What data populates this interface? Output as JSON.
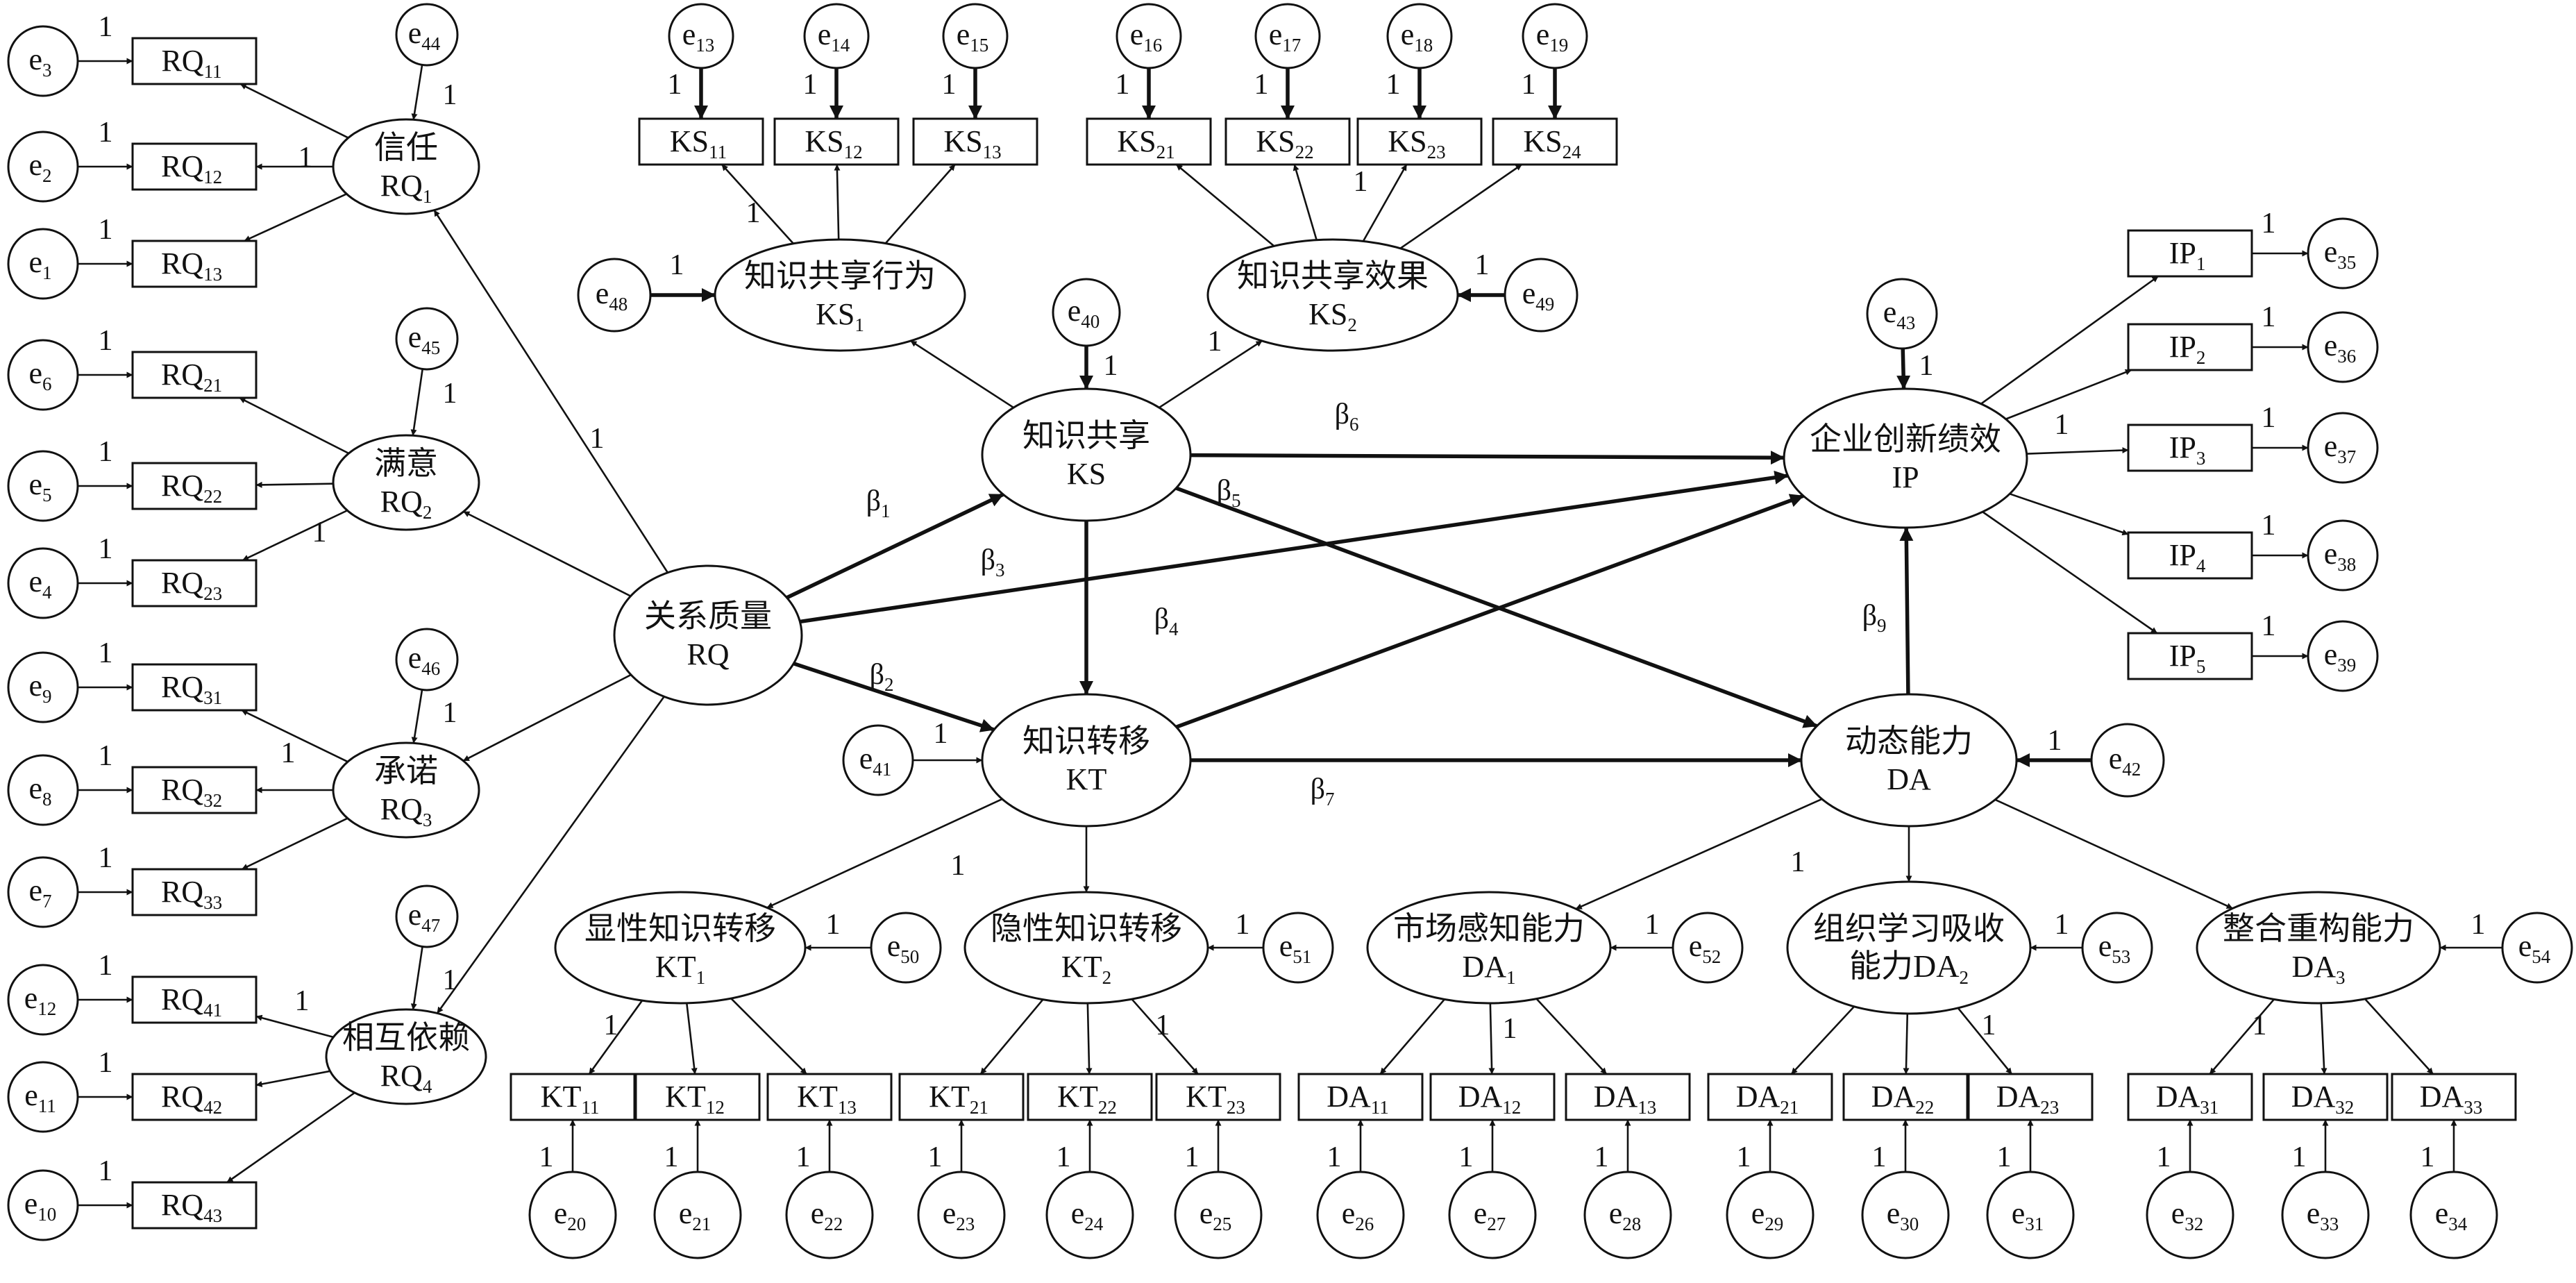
{
  "colors": {
    "ink": "#111111",
    "background": "#ffffff"
  },
  "latent": {
    "RQ": {
      "cn": "关系质量",
      "en": "RQ",
      "sub": ""
    },
    "RQ1": {
      "cn": "信任",
      "en": "RQ",
      "sub": "1"
    },
    "RQ2": {
      "cn": "满意",
      "en": "RQ",
      "sub": "2"
    },
    "RQ3": {
      "cn": "承诺",
      "en": "RQ",
      "sub": "3"
    },
    "RQ4": {
      "cn": "相互依赖",
      "en": "RQ",
      "sub": "4"
    },
    "KS": {
      "cn": "知识共享",
      "en": "KS",
      "sub": ""
    },
    "KS1": {
      "cn": "知识共享行为",
      "en": "KS",
      "sub": "1"
    },
    "KS2": {
      "cn": "知识共享效果",
      "en": "KS",
      "sub": "2"
    },
    "KT": {
      "cn": "知识转移",
      "en": "KT",
      "sub": ""
    },
    "KT1": {
      "cn": "显性知识转移",
      "en": "KT",
      "sub": "1"
    },
    "KT2": {
      "cn": "隐性知识转移",
      "en": "KT",
      "sub": "2"
    },
    "IP": {
      "cn": "企业创新绩效",
      "en": "IP",
      "sub": ""
    },
    "DA": {
      "cn": "动态能力",
      "en": "DA",
      "sub": ""
    },
    "DA1": {
      "cn": "市场感知能力",
      "en": "DA",
      "sub": "1"
    },
    "DA2": {
      "cn": "组织学习吸收",
      "cn2": "能力",
      "en": "DA",
      "sub": "2"
    },
    "DA3": {
      "cn": "整合重构能力",
      "en": "DA",
      "sub": "3"
    }
  },
  "observed": [
    {
      "id": "RQ11",
      "base": "RQ",
      "sub": "11"
    },
    {
      "id": "RQ12",
      "base": "RQ",
      "sub": "12"
    },
    {
      "id": "RQ13",
      "base": "RQ",
      "sub": "13"
    },
    {
      "id": "RQ21",
      "base": "RQ",
      "sub": "21"
    },
    {
      "id": "RQ22",
      "base": "RQ",
      "sub": "22"
    },
    {
      "id": "RQ23",
      "base": "RQ",
      "sub": "23"
    },
    {
      "id": "RQ31",
      "base": "RQ",
      "sub": "31"
    },
    {
      "id": "RQ32",
      "base": "RQ",
      "sub": "32"
    },
    {
      "id": "RQ33",
      "base": "RQ",
      "sub": "33"
    },
    {
      "id": "RQ41",
      "base": "RQ",
      "sub": "41"
    },
    {
      "id": "RQ42",
      "base": "RQ",
      "sub": "42"
    },
    {
      "id": "RQ43",
      "base": "RQ",
      "sub": "43"
    },
    {
      "id": "KS11",
      "base": "KS",
      "sub": "11"
    },
    {
      "id": "KS12",
      "base": "KS",
      "sub": "12"
    },
    {
      "id": "KS13",
      "base": "KS",
      "sub": "13"
    },
    {
      "id": "KS21",
      "base": "KS",
      "sub": "21"
    },
    {
      "id": "KS22",
      "base": "KS",
      "sub": "22"
    },
    {
      "id": "KS23",
      "base": "KS",
      "sub": "23"
    },
    {
      "id": "KS24",
      "base": "KS",
      "sub": "24"
    },
    {
      "id": "IP1",
      "base": "IP",
      "sub": "1"
    },
    {
      "id": "IP2",
      "base": "IP",
      "sub": "2"
    },
    {
      "id": "IP3",
      "base": "IP",
      "sub": "3"
    },
    {
      "id": "IP4",
      "base": "IP",
      "sub": "4"
    },
    {
      "id": "IP5",
      "base": "IP",
      "sub": "5"
    },
    {
      "id": "KT11",
      "base": "KT",
      "sub": "11"
    },
    {
      "id": "KT12",
      "base": "KT",
      "sub": "12"
    },
    {
      "id": "KT13",
      "base": "KT",
      "sub": "13"
    },
    {
      "id": "KT21",
      "base": "KT",
      "sub": "21"
    },
    {
      "id": "KT22",
      "base": "KT",
      "sub": "22"
    },
    {
      "id": "KT23",
      "base": "KT",
      "sub": "23"
    },
    {
      "id": "DA11",
      "base": "DA",
      "sub": "11"
    },
    {
      "id": "DA12",
      "base": "DA",
      "sub": "12"
    },
    {
      "id": "DA13",
      "base": "DA",
      "sub": "13"
    },
    {
      "id": "DA21",
      "base": "DA",
      "sub": "21"
    },
    {
      "id": "DA22",
      "base": "DA",
      "sub": "22"
    },
    {
      "id": "DA23",
      "base": "DA",
      "sub": "23"
    },
    {
      "id": "DA31",
      "base": "DA",
      "sub": "31"
    },
    {
      "id": "DA32",
      "base": "DA",
      "sub": "32"
    },
    {
      "id": "DA33",
      "base": "DA",
      "sub": "33"
    }
  ],
  "errors": [
    "1",
    "2",
    "3",
    "4",
    "5",
    "6",
    "7",
    "8",
    "9",
    "10",
    "11",
    "12",
    "13",
    "14",
    "15",
    "16",
    "17",
    "18",
    "19",
    "20",
    "21",
    "22",
    "23",
    "24",
    "25",
    "26",
    "27",
    "28",
    "29",
    "30",
    "31",
    "32",
    "33",
    "34",
    "35",
    "36",
    "37",
    "38",
    "39",
    "40",
    "41",
    "42",
    "43",
    "44",
    "45",
    "46",
    "47",
    "48",
    "49",
    "50",
    "51",
    "52",
    "53",
    "54"
  ],
  "error_prefix": "e",
  "fixed_loading": "1",
  "paths": {
    "b1": {
      "sym": "β",
      "sub": "1"
    },
    "b2": {
      "sym": "β",
      "sub": "2"
    },
    "b3": {
      "sym": "β",
      "sub": "3"
    },
    "b4": {
      "sym": "β",
      "sub": "4"
    },
    "b5": {
      "sym": "β",
      "sub": "5"
    },
    "b6": {
      "sym": "β",
      "sub": "6"
    },
    "b7": {
      "sym": "β",
      "sub": "7"
    },
    "b9": {
      "sym": "β",
      "sub": "9"
    }
  }
}
